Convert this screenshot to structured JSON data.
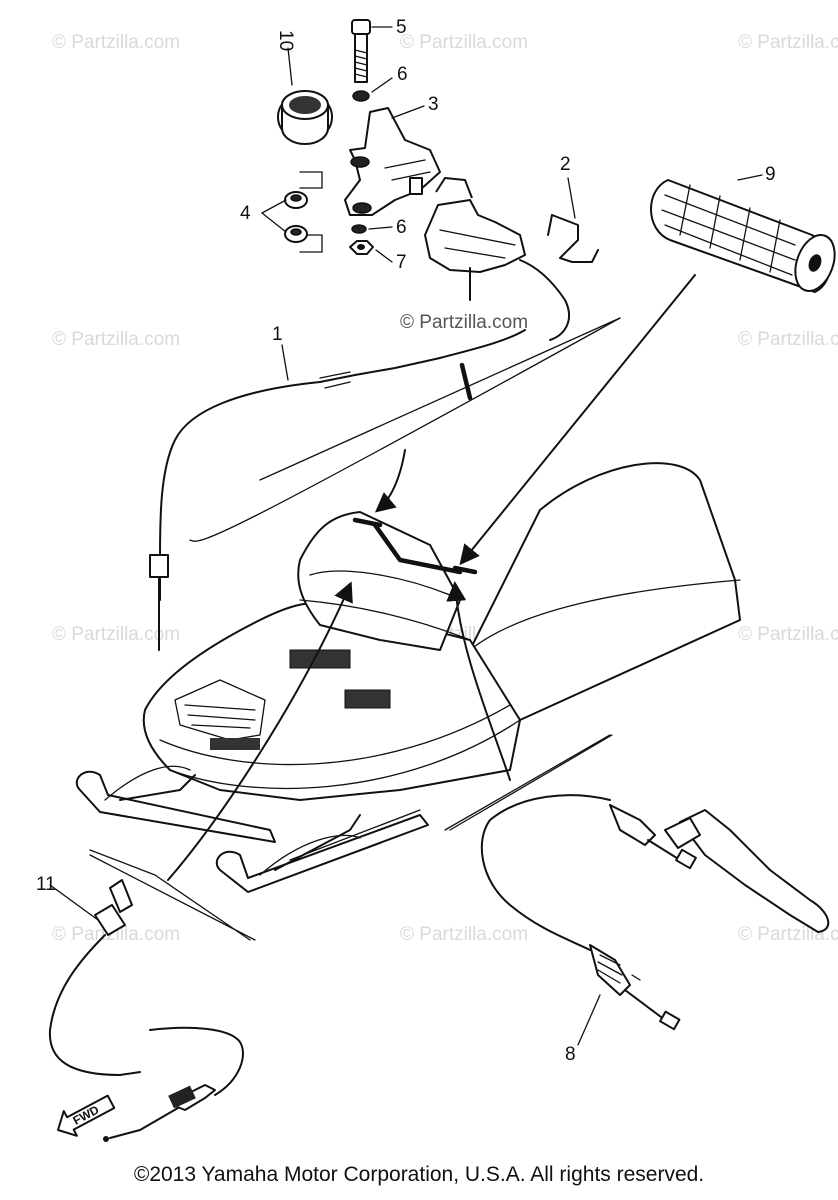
{
  "callouts": {
    "c1": "1",
    "c2": "2",
    "c3": "3",
    "c4": "4",
    "c5": "5",
    "c6a": "6",
    "c6b": "6",
    "c7": "7",
    "c8": "8",
    "c9": "9",
    "c10": "10",
    "c11": "11"
  },
  "fwd_label": "FWD",
  "watermark": "© Partzilla.com",
  "copyright": "©2013 Yamaha Motor Corporation, U.S.A. All rights reserved."
}
